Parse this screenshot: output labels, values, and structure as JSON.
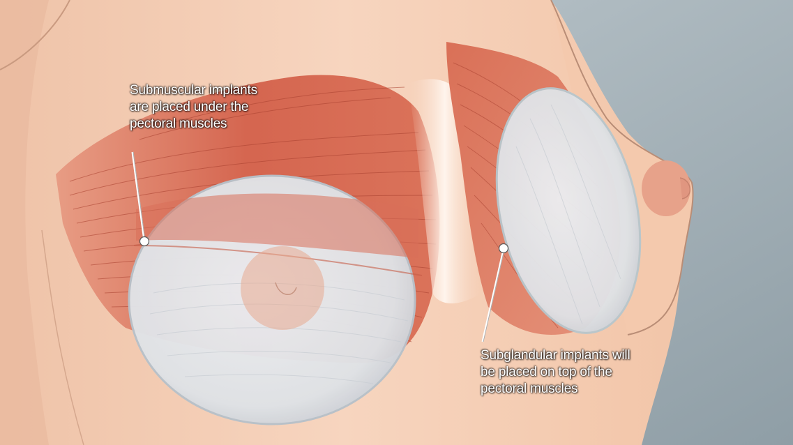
{
  "labels": {
    "submuscular": {
      "line1": "Submuscular implants",
      "line2": "are placed under the",
      "line3": "pectoral muscles"
    },
    "subglandular": {
      "line1": "Subglandular implants will",
      "line2": "be placed on top of the",
      "line3": "pectoral muscles"
    }
  },
  "colors": {
    "skin": "#f4c9ad",
    "muscle": "#d2614b",
    "implant": "#e4e6ea",
    "background": "#a9b4bb"
  }
}
